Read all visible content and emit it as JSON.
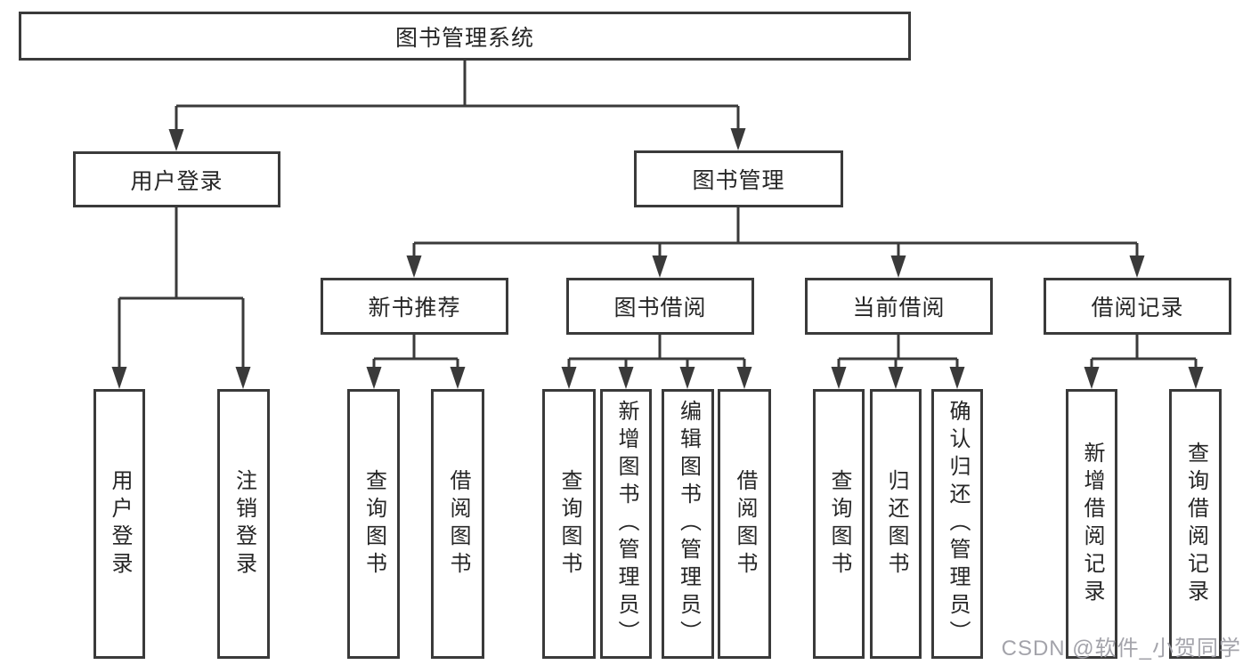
{
  "diagram": {
    "root": {
      "label": "图书管理系统"
    },
    "level2": [
      {
        "label": "用户登录"
      },
      {
        "label": "图书管理"
      }
    ],
    "level3": [
      {
        "label": "新书推荐",
        "parent": "图书管理"
      },
      {
        "label": "图书借阅",
        "parent": "图书管理"
      },
      {
        "label": "当前借阅",
        "parent": "图书管理"
      },
      {
        "label": "借阅记录",
        "parent": "图书管理"
      }
    ],
    "leaves": [
      {
        "label": "用户登录",
        "parent": "用户登录"
      },
      {
        "label": "注销登录",
        "parent": "用户登录"
      },
      {
        "label": "查询图书",
        "parent": "新书推荐"
      },
      {
        "label": "借阅图书",
        "parent": "新书推荐"
      },
      {
        "label": "查询图书",
        "parent": "图书借阅"
      },
      {
        "label": "新增图书（管理员）",
        "parent": "图书借阅"
      },
      {
        "label": "编辑图书（管理员）",
        "parent": "图书借阅"
      },
      {
        "label": "借阅图书",
        "parent": "图书借阅"
      },
      {
        "label": "查询图书",
        "parent": "当前借阅"
      },
      {
        "label": "归还图书",
        "parent": "当前借阅"
      },
      {
        "label": "确认归还（管理员）",
        "parent": "当前借阅"
      },
      {
        "label": "新增借阅记录",
        "parent": "借阅记录"
      },
      {
        "label": "查询借阅记录",
        "parent": "借阅记录"
      }
    ]
  },
  "watermark": {
    "text": "CSDN @软件_小贺同学",
    "color": "#9e9ea5"
  },
  "colors": {
    "line": "#3a3a3a",
    "box_border": "#3a3a3a",
    "text": "#262626",
    "background": "#ffffff"
  }
}
